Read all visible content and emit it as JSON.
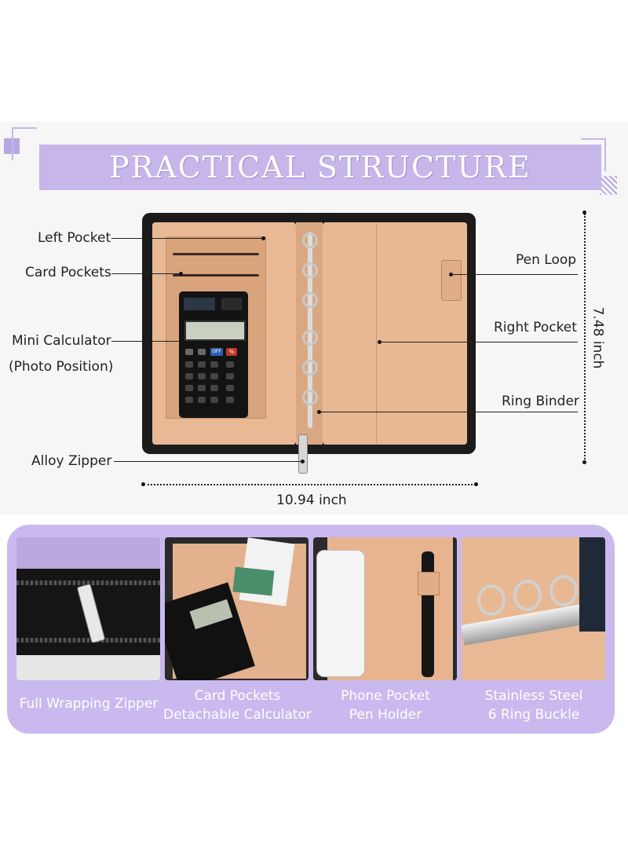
{
  "title": "PRACTICAL STRUCTURE",
  "labels": {
    "left_pocket": "Left Pocket",
    "card_pockets": "Card Pockets",
    "mini_calculator": "Mini Calculator",
    "photo_position": "(Photo Position)",
    "alloy_zipper": "Alloy Zipper",
    "pen_loop": "Pen Loop",
    "right_pocket": "Right Pocket",
    "ring_binder": "Ring Binder"
  },
  "dimensions": {
    "height": "7.48 inch",
    "width": "10.94 inch"
  },
  "calculator_keys": [
    "OFF",
    "%"
  ],
  "features": [
    {
      "line1": "Full Wrapping Zipper",
      "line2": ""
    },
    {
      "line1": "Card Pockets",
      "line2": "Detachable Calculator"
    },
    {
      "line1": "Phone Pocket",
      "line2": "Pen Holder"
    },
    {
      "line1": "Stainless Steel",
      "line2": "6 Ring Buckle"
    }
  ],
  "colors": {
    "accent_lavender": "#c7b6e9",
    "panel_lavender": "#c9b9ee",
    "leather_tan": "#e8b994",
    "folder_black": "#1b1b1b"
  }
}
